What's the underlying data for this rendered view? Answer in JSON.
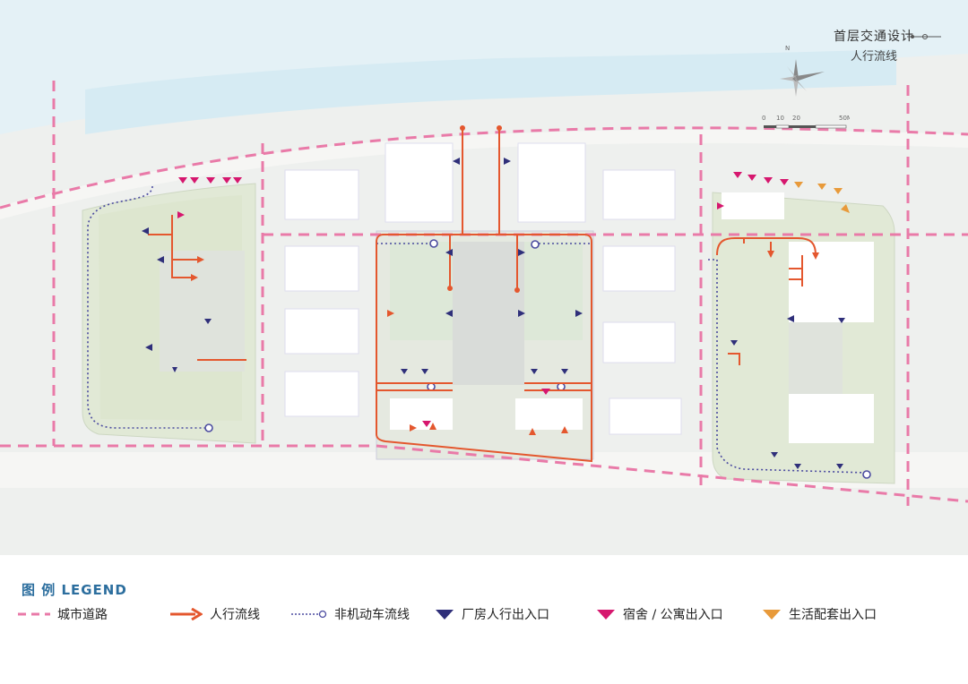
{
  "title": {
    "main": "首层交通设计",
    "sub": "人行流线"
  },
  "compass": {
    "north_label": "N"
  },
  "scale": {
    "ticks": [
      "0",
      "10",
      "20",
      "50M"
    ]
  },
  "legend": {
    "title": "图 例 LEGEND",
    "items": [
      {
        "label": "城市道路",
        "symbol": "dashed-line",
        "color": "#e97aa8"
      },
      {
        "label": "人行流线",
        "symbol": "arrow",
        "color": "#e4572e"
      },
      {
        "label": "非机动车流线",
        "symbol": "dotted-line-circle",
        "color": "#4b4ba0"
      },
      {
        "label": "厂房人行出入口",
        "symbol": "triangle-down",
        "color": "#2f2f7a"
      },
      {
        "label": "宿舍 / 公寓出入口",
        "symbol": "triangle-down",
        "color": "#d6176e"
      },
      {
        "label": "生活配套出入口",
        "symbol": "triangle-down",
        "color": "#e89a3a"
      }
    ]
  },
  "colors": {
    "road_dash": "#e97aa8",
    "pedestrian": "#e4572e",
    "bike": "#4b4ba0",
    "factory_entry": "#2f2f7a",
    "dorm_entry": "#d6176e",
    "life_entry": "#e89a3a",
    "water": "#d8eef6",
    "green": "#e4edd9",
    "building": "#ffffff"
  }
}
